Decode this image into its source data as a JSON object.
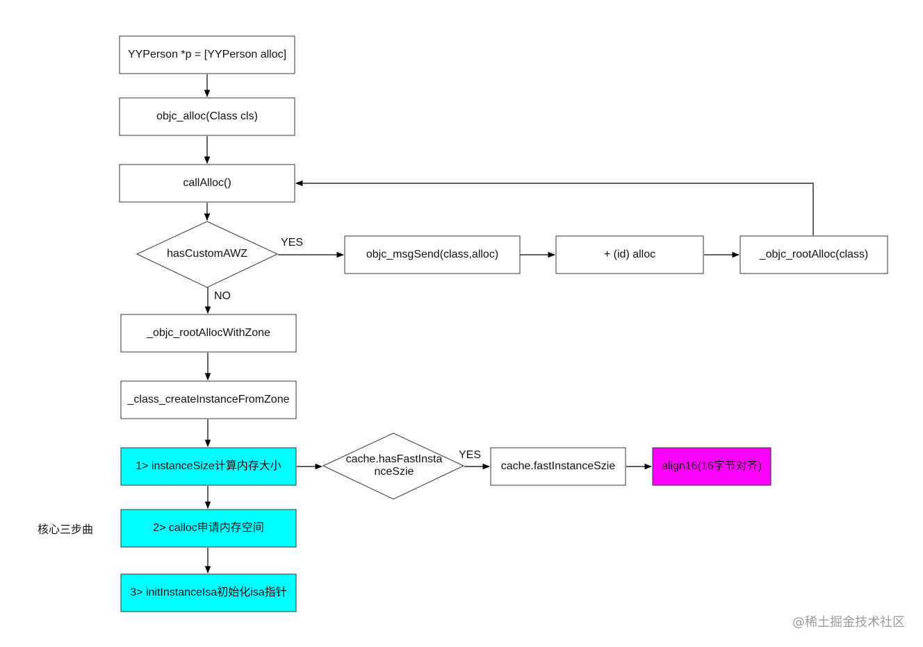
{
  "colors": {
    "default_fill": "#ffffff",
    "cyan_fill": "#00ffff",
    "magenta_fill": "#ff00ff",
    "stroke": "#333333",
    "watermark": "#9a9a9a"
  },
  "nodes": {
    "alloc_call": {
      "label": "YYPerson *p = [YYPerson alloc]",
      "fill": "#ffffff"
    },
    "objc_alloc": {
      "label": "objc_alloc(Class cls)",
      "fill": "#ffffff"
    },
    "call_alloc": {
      "label": "callAlloc()",
      "fill": "#ffffff"
    },
    "has_custom_awz": {
      "label": "hasCustomAWZ",
      "fill": "#ffffff"
    },
    "objc_msgsend": {
      "label": "objc_msgSend(class,alloc)",
      "fill": "#ffffff"
    },
    "id_alloc": {
      "label": "+ (id) alloc",
      "fill": "#ffffff"
    },
    "objc_root_alloc": {
      "label": "_objc_rootAlloc(class)",
      "fill": "#ffffff"
    },
    "root_alloc_with_zone": {
      "label": "_objc_rootAllocWithZone",
      "fill": "#ffffff"
    },
    "create_instance": {
      "label": "_class_createInstanceFromZone",
      "fill": "#ffffff"
    },
    "instance_size": {
      "label": "1> instanceSize计算内存大小",
      "fill": "#00ffff"
    },
    "has_fast_size": {
      "label_line1": "cache.hasFastInsta",
      "label_line2": "nceSzie",
      "fill": "#ffffff"
    },
    "fast_instance_size": {
      "label": "cache.fastInstanceSzie",
      "fill": "#ffffff"
    },
    "align16": {
      "label": "align16(16字节对齐)",
      "fill": "#ff00ff"
    },
    "calloc": {
      "label": "2> calloc申请内存空间",
      "fill": "#00ffff"
    },
    "init_isa": {
      "label": "3> initInstanceIsa初始化isa指针",
      "fill": "#00ffff"
    }
  },
  "edge_labels": {
    "awz_yes": "YES",
    "awz_no": "NO",
    "fast_yes": "YES"
  },
  "side_label": "核心三步曲",
  "watermark": "@稀土掘金技术社区"
}
